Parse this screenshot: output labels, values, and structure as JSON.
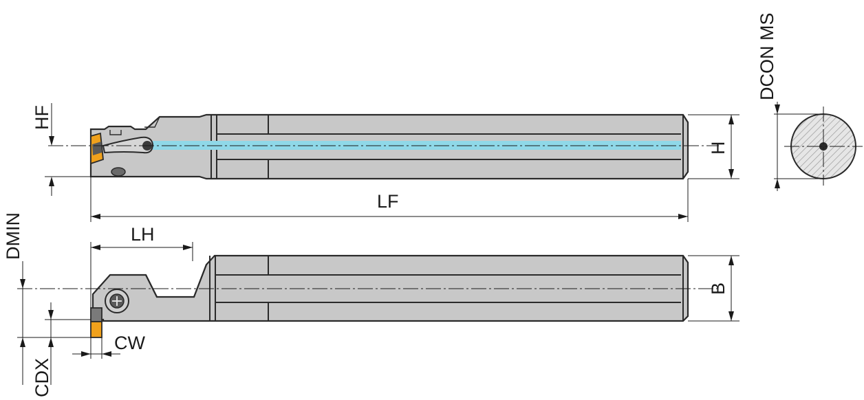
{
  "drawing": {
    "labels": {
      "hf": "HF",
      "h": "H",
      "lf": "LF",
      "dcon_ms": "DCON MS",
      "lh": "LH",
      "dmin": "DMIN",
      "b": "B",
      "cw": "CW",
      "cdx": "CDX"
    },
    "colors": {
      "body": "#c8c8c8",
      "outline": "#2a2a2a",
      "coolant": "#8fd8e8",
      "insert": "#f0a11c",
      "insert_dark": "#7a7a7a",
      "hatch": "#9a9a9a"
    }
  }
}
